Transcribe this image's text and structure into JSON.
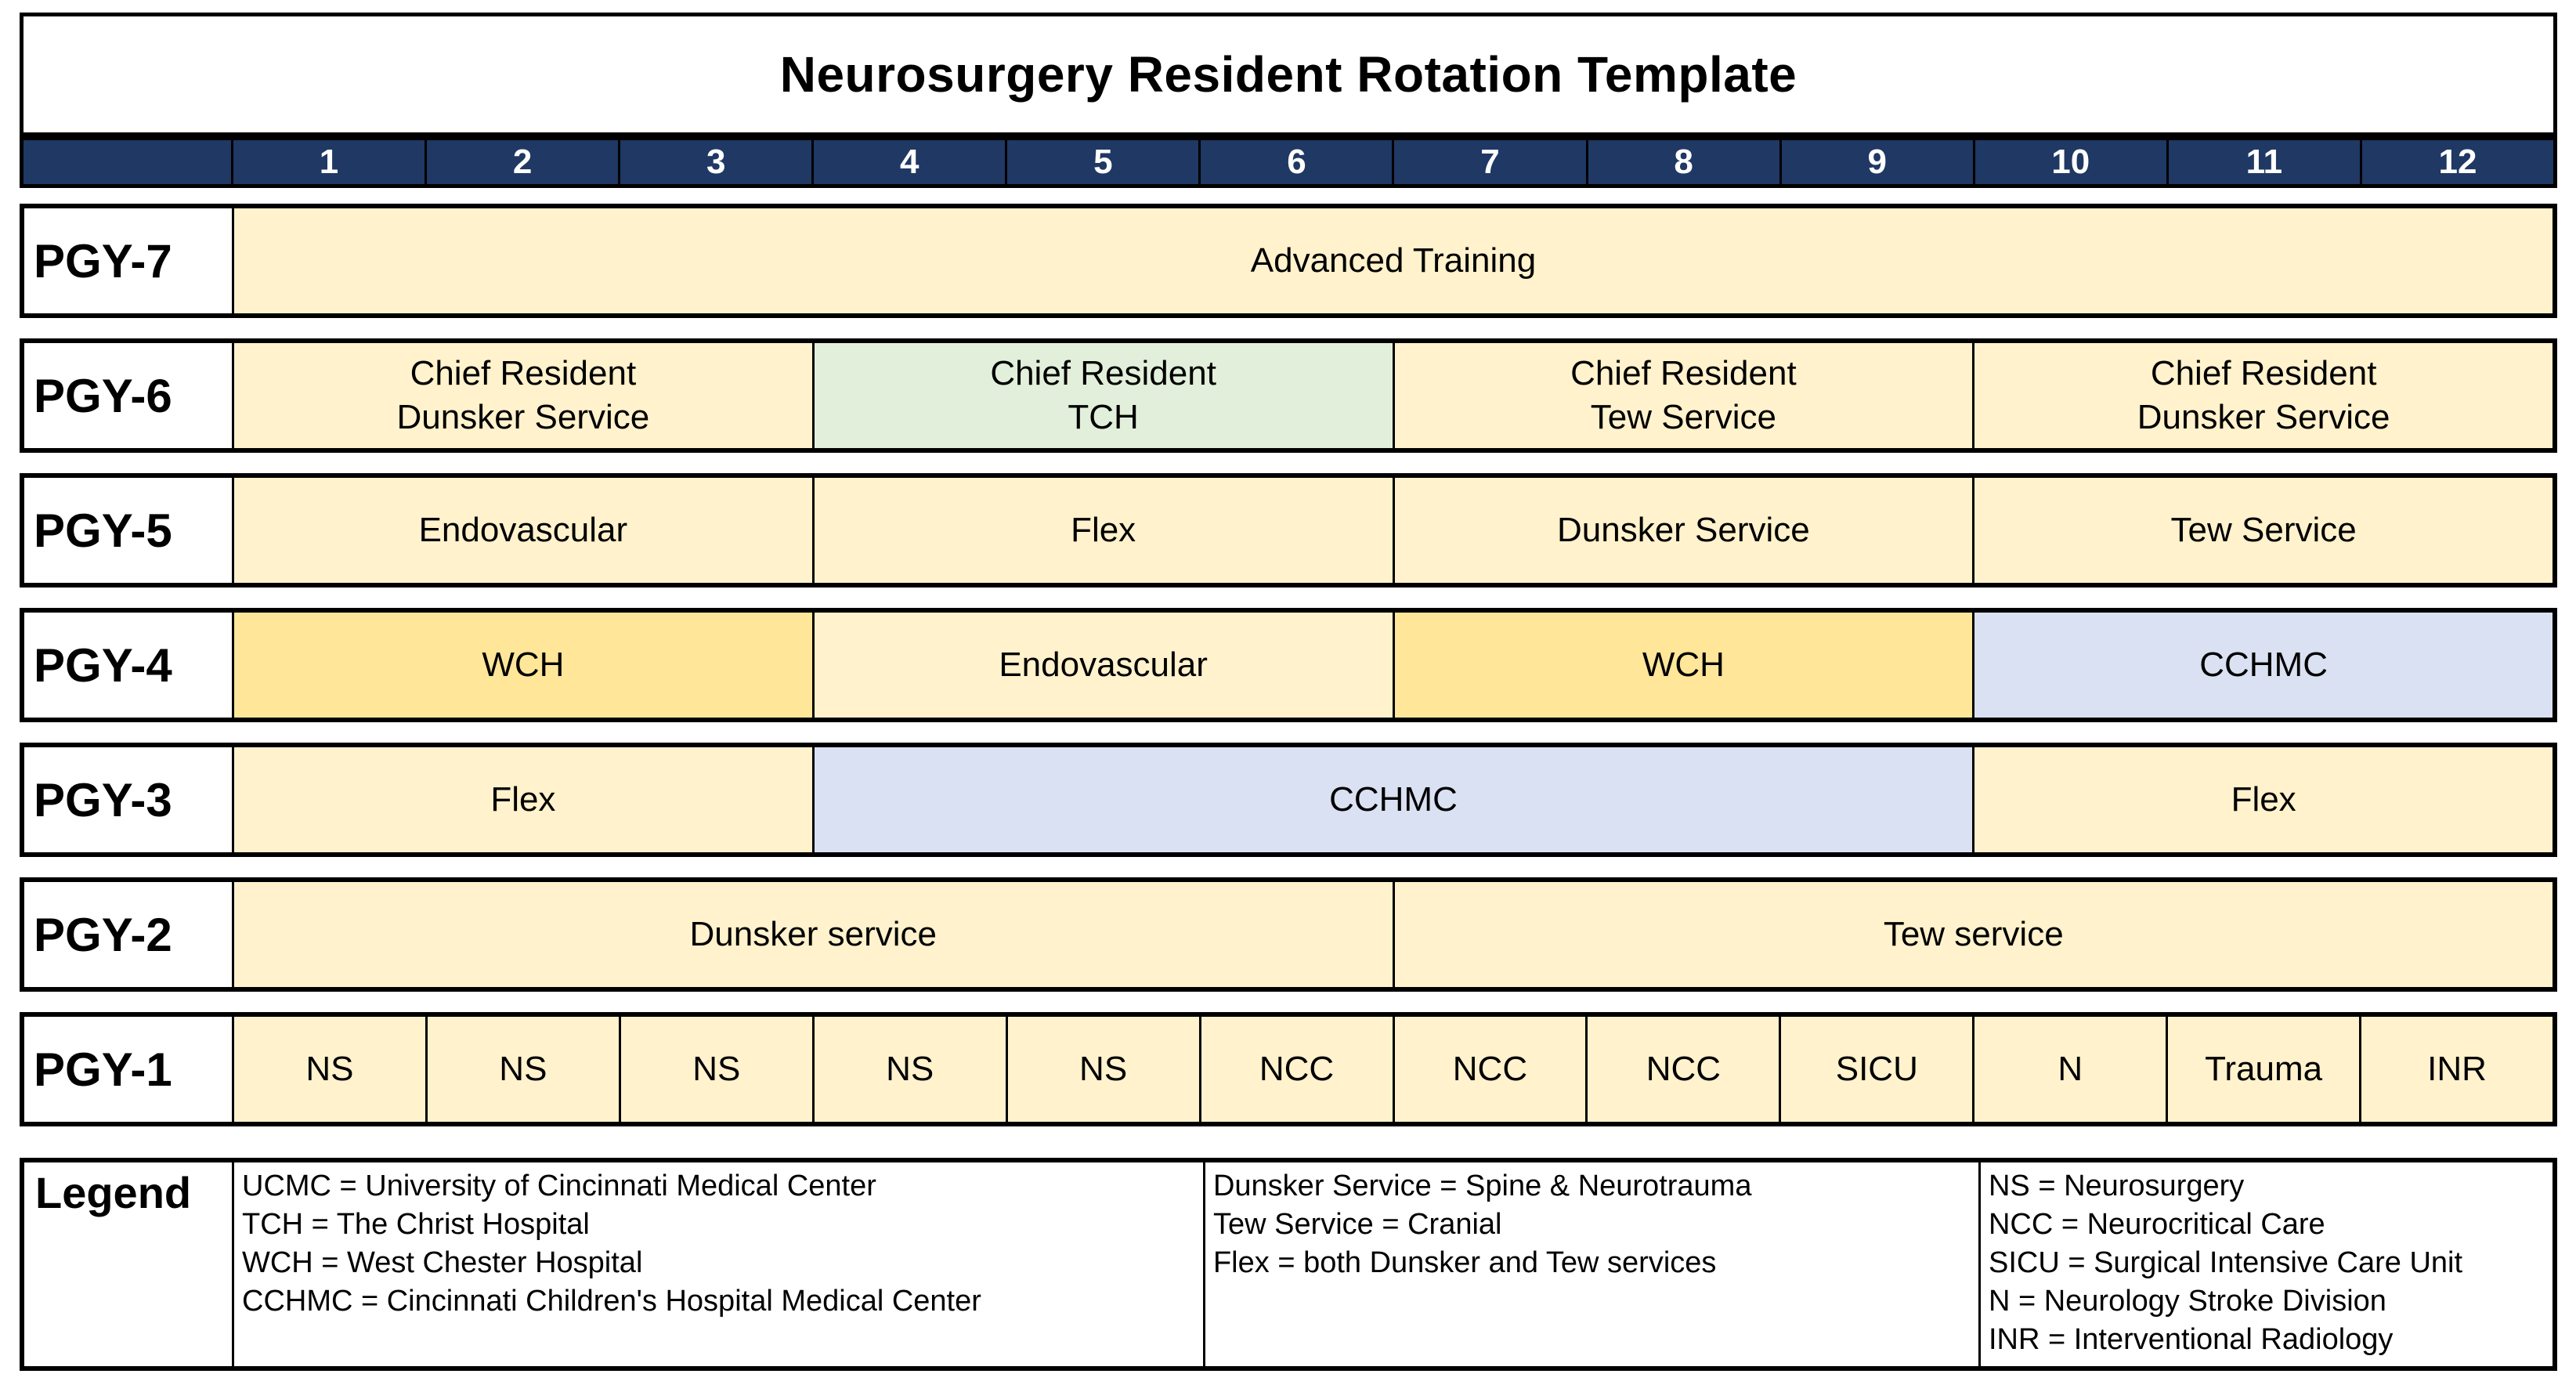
{
  "title": "Neurosurgery Resident Rotation Template",
  "months": [
    "1",
    "2",
    "3",
    "4",
    "5",
    "6",
    "7",
    "8",
    "9",
    "10",
    "11",
    "12"
  ],
  "colors": {
    "navy": "#1F3864",
    "cream": "#FFF2CC",
    "gold": "#FFE699",
    "green": "#E2EFDA",
    "blue": "#D9E1F2"
  },
  "rows": [
    {
      "label": "PGY-7",
      "segments": [
        {
          "text": "Advanced Training",
          "span": 12,
          "color": "cream"
        }
      ]
    },
    {
      "label": "PGY-6",
      "segments": [
        {
          "text": "Chief Resident\nDunsker Service",
          "span": 3,
          "color": "cream"
        },
        {
          "text": "Chief Resident\nTCH",
          "span": 3,
          "color": "green"
        },
        {
          "text": "Chief Resident\nTew Service",
          "span": 3,
          "color": "cream"
        },
        {
          "text": "Chief Resident\nDunsker Service",
          "span": 3,
          "color": "cream"
        }
      ]
    },
    {
      "label": "PGY-5",
      "segments": [
        {
          "text": "Endovascular",
          "span": 3,
          "color": "cream"
        },
        {
          "text": "Flex",
          "span": 3,
          "color": "cream"
        },
        {
          "text": "Dunsker Service",
          "span": 3,
          "color": "cream"
        },
        {
          "text": "Tew Service",
          "span": 3,
          "color": "cream"
        }
      ]
    },
    {
      "label": "PGY-4",
      "segments": [
        {
          "text": "WCH",
          "span": 3,
          "color": "gold"
        },
        {
          "text": "Endovascular",
          "span": 3,
          "color": "cream"
        },
        {
          "text": "WCH",
          "span": 3,
          "color": "gold"
        },
        {
          "text": "CCHMC",
          "span": 3,
          "color": "blue"
        }
      ]
    },
    {
      "label": "PGY-3",
      "segments": [
        {
          "text": "Flex",
          "span": 3,
          "color": "cream"
        },
        {
          "text": "CCHMC",
          "span": 6,
          "color": "blue"
        },
        {
          "text": "Flex",
          "span": 3,
          "color": "cream"
        }
      ]
    },
    {
      "label": "PGY-2",
      "segments": [
        {
          "text": "Dunsker service",
          "span": 6,
          "color": "cream"
        },
        {
          "text": "Tew service",
          "span": 6,
          "color": "cream"
        }
      ]
    },
    {
      "label": "PGY-1",
      "segments": [
        {
          "text": "NS",
          "span": 1,
          "color": "cream"
        },
        {
          "text": "NS",
          "span": 1,
          "color": "cream"
        },
        {
          "text": "NS",
          "span": 1,
          "color": "cream"
        },
        {
          "text": "NS",
          "span": 1,
          "color": "cream"
        },
        {
          "text": "NS",
          "span": 1,
          "color": "cream"
        },
        {
          "text": "NCC",
          "span": 1,
          "color": "cream"
        },
        {
          "text": "NCC",
          "span": 1,
          "color": "cream"
        },
        {
          "text": "NCC",
          "span": 1,
          "color": "cream"
        },
        {
          "text": "SICU",
          "span": 1,
          "color": "cream"
        },
        {
          "text": "N",
          "span": 1,
          "color": "cream"
        },
        {
          "text": "Trauma",
          "span": 1,
          "color": "cream"
        },
        {
          "text": "INR",
          "span": 1,
          "color": "cream"
        }
      ]
    }
  ],
  "legend": {
    "label": "Legend",
    "columns": [
      {
        "entries": [
          "UCMC = University of Cincinnati Medical Center",
          "TCH = The Christ Hospital",
          "WCH = West Chester Hospital",
          "CCHMC = Cincinnati Children's Hospital Medical Center"
        ]
      },
      {
        "entries": [
          "Dunsker Service = Spine & Neurotrauma",
          "Tew Service = Cranial",
          "Flex = both Dunsker and Tew services"
        ]
      },
      {
        "entries": [
          "NS = Neurosurgery",
          "NCC = Neurocritical Care",
          "SICU = Surgical Intensive Care Unit",
          "N = Neurology Stroke Division",
          "INR = Interventional Radiology"
        ]
      }
    ]
  }
}
